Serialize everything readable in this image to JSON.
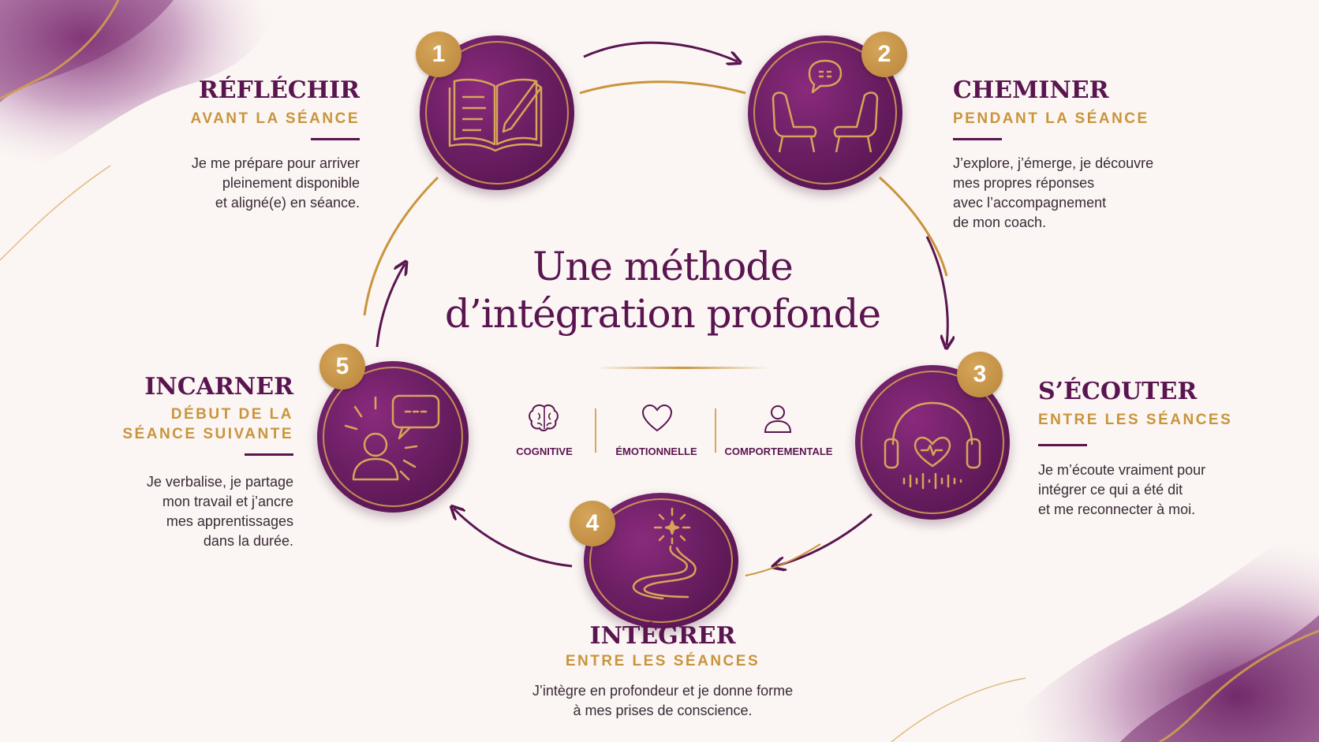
{
  "title": {
    "line1": "Une méthode",
    "line2": "d’intégration profonde"
  },
  "steps": [
    {
      "number": "1",
      "title": "RÉFLÉCHIR",
      "subtitle": "AVANT LA SÉANCE",
      "lines": [
        "Je me prépare pour arriver",
        "pleinement disponible",
        "et aligné(e) en séance."
      ],
      "icon": "open-book-pencil-icon"
    },
    {
      "number": "2",
      "title": "CHEMINER",
      "subtitle": "PENDANT LA SÉANCE",
      "lines": [
        "J’explore, j’émerge, je découvre",
        "mes propres réponses",
        "avec l’accompagnement",
        "de mon coach."
      ],
      "icon": "two-armchairs-dialogue-icon"
    },
    {
      "number": "3",
      "title": "S’ÉCOUTER",
      "subtitle": "ENTRE LES SÉANCES",
      "lines": [
        "Je m’écoute vraiment pour",
        "intégrer ce qui a été dit",
        "et me reconnecter à moi."
      ],
      "icon": "headphones-heart-icon"
    },
    {
      "number": "4",
      "title": "INTÉGRER",
      "subtitle": "ENTRE LES SÉANCES",
      "lines": [
        "J’intègre en profondeur et je donne forme",
        "à mes prises de conscience."
      ],
      "icon": "winding-path-star-icon"
    },
    {
      "number": "5",
      "title": "INCARNER",
      "subtitle_lines": [
        "DÉBUT DE LA",
        "SÉANCE SUIVANTE"
      ],
      "lines": [
        "Je verbalise, je partage",
        "mon travail et j’ancre",
        "mes apprentissages",
        "dans la durée."
      ],
      "icon": "person-speaking-icon"
    }
  ],
  "dimensions": [
    {
      "label": "COGNITIVE",
      "icon": "brain-icon"
    },
    {
      "label": "ÉMOTIONNELLE",
      "icon": "heart-icon"
    },
    {
      "label": "COMPORTEMENTALE",
      "icon": "person-icon"
    }
  ],
  "colors": {
    "plum": "#5a1550",
    "gold": "#c9943c",
    "background": "#fbf6f3"
  }
}
